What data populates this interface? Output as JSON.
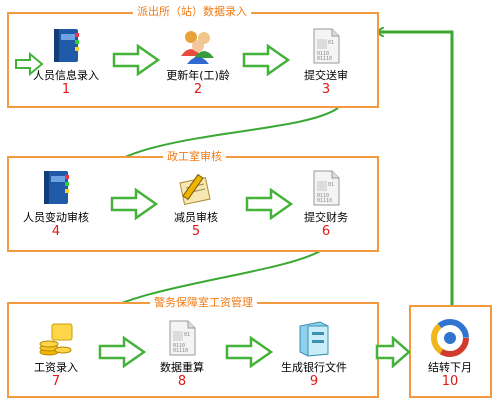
{
  "stages": [
    {
      "title": "派出所（站）数据录入",
      "steps": [
        {
          "label": "人员信息录入",
          "number": "1",
          "icon": "address-book-icon"
        },
        {
          "label": "更新年(工)龄",
          "number": "2",
          "icon": "users-group-icon"
        },
        {
          "label": "提交送审",
          "number": "3",
          "icon": "binary-document-icon"
        }
      ]
    },
    {
      "title": "政工室审核",
      "steps": [
        {
          "label": "人员变动审核",
          "number": "4",
          "icon": "address-book-icon"
        },
        {
          "label": "减员审核",
          "number": "5",
          "icon": "pencil-notepad-icon"
        },
        {
          "label": "提交财务",
          "number": "6",
          "icon": "binary-document-icon"
        }
      ]
    },
    {
      "title": "警务保障室工资管理",
      "steps": [
        {
          "label": "工资录入",
          "number": "7",
          "icon": "coins-money-icon"
        },
        {
          "label": "数据重算",
          "number": "8",
          "icon": "binary-document-icon"
        },
        {
          "label": "生成银行文件",
          "number": "9",
          "icon": "file-cabinet-icon"
        }
      ]
    }
  ],
  "final_step": {
    "label": "结转下月",
    "number": "10",
    "icon": "cycle-logo-icon"
  },
  "colors": {
    "box_border": "#f39a3e",
    "title_text": "#f07a16",
    "arrow": "#4ab33d",
    "number": "#e01818"
  }
}
